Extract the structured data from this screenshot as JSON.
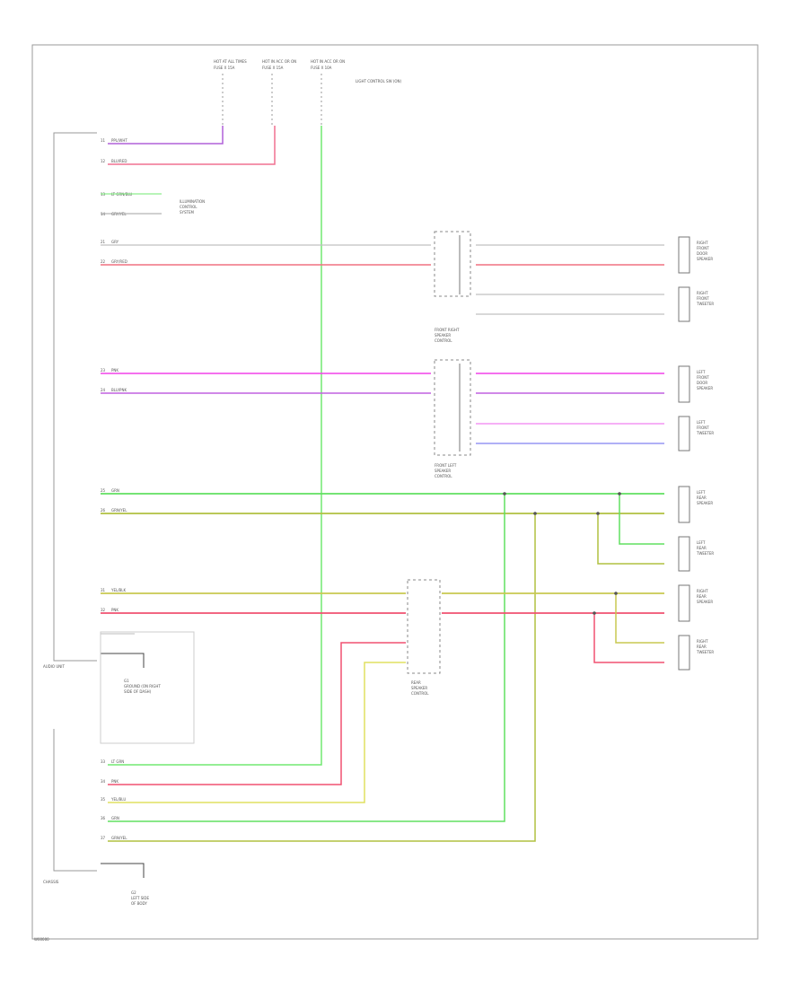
{
  "diagram": {
    "footer_code": "W00000",
    "top_fuses": [
      {
        "title": "HOT AT ALL TIMES",
        "fuse": "FUSE X 15A"
      },
      {
        "title": "HOT IN ACC OR ON",
        "fuse": "FUSE X 15A"
      },
      {
        "title": "HOT IN ACC OR ON",
        "fuse": "FUSE X 10A"
      }
    ],
    "fuse_note": "LIGHT CONTROL SW (ON)",
    "radio_label": "AUDIO UNIT",
    "chassis_label": "CHASSIS",
    "module_labels": {
      "front_right": [
        "FRONT RIGHT",
        "SPEAKER",
        "CONTROL"
      ],
      "front_left": [
        "FRONT LEFT",
        "SPEAKER",
        "CONTROL"
      ],
      "rear": [
        "REAR",
        "SPEAKER",
        "CONTROL"
      ]
    },
    "speakers": [
      {
        "lines": [
          "RIGHT",
          "FRONT",
          "DOOR",
          "SPEAKER"
        ]
      },
      {
        "lines": [
          "RIGHT",
          "FRONT",
          "TWEETER"
        ]
      },
      {
        "lines": [
          "LEFT",
          "FRONT",
          "DOOR",
          "SPEAKER"
        ]
      },
      {
        "lines": [
          "LEFT",
          "FRONT",
          "TWEETER"
        ]
      },
      {
        "lines": [
          "LEFT",
          "REAR",
          "SPEAKER"
        ]
      },
      {
        "lines": [
          "LEFT",
          "REAR",
          "TWEETER"
        ]
      },
      {
        "lines": [
          "RIGHT",
          "REAR",
          "SPEAKER"
        ]
      },
      {
        "lines": [
          "RIGHT",
          "REAR",
          "TWEETER"
        ]
      }
    ],
    "ground_labels": [
      {
        "lines": [
          "G1",
          "GROUND (ON RIGHT",
          "SIDE OF DASH)"
        ]
      },
      {
        "lines": [
          "G2",
          "LEFT SIDE",
          "OF BODY"
        ]
      }
    ],
    "illum_note": [
      "ILLUMINATION",
      "CONTROL",
      "SYSTEM"
    ],
    "wires": [
      {
        "pin": "11",
        "color": "PPL/WHT",
        "stroke": "#b060d8"
      },
      {
        "pin": "12",
        "color": "BLU/RED",
        "stroke": "#f07090"
      },
      {
        "pin": "13",
        "color": "LT GRN/BLU",
        "stroke": "#70e870"
      },
      {
        "pin": "14",
        "color": "GRY/YEL",
        "stroke": "#a0a0a0"
      },
      {
        "pin": "21",
        "color": "GRY",
        "stroke": "#c0c0c0"
      },
      {
        "pin": "22",
        "color": "GRY/RED",
        "stroke": "#f07080"
      },
      {
        "pin": "23",
        "color": "PNK",
        "stroke": "#f040e8"
      },
      {
        "pin": "24",
        "color": "BLU/PNK",
        "stroke": "#c060e0"
      },
      {
        "pin": "25",
        "color": "GRN",
        "stroke": "#60e060"
      },
      {
        "pin": "26",
        "color": "GRN/YEL",
        "stroke": "#b0c040"
      },
      {
        "pin": "31",
        "color": "YEL/BLK",
        "stroke": "#c8c850"
      },
      {
        "pin": "32",
        "color": "PNK",
        "stroke": "#f05070"
      },
      {
        "pin": "33",
        "color": "LT GRN",
        "stroke": "#60e060"
      },
      {
        "pin": "34",
        "color": "PNK",
        "stroke": "#f05070"
      },
      {
        "pin": "35",
        "color": "YEL/BLU",
        "stroke": "#e0e060"
      },
      {
        "pin": "36",
        "color": "GRN",
        "stroke": "#60e060"
      },
      {
        "pin": "37",
        "color": "GRN/YEL",
        "stroke": "#b0c040"
      }
    ]
  }
}
